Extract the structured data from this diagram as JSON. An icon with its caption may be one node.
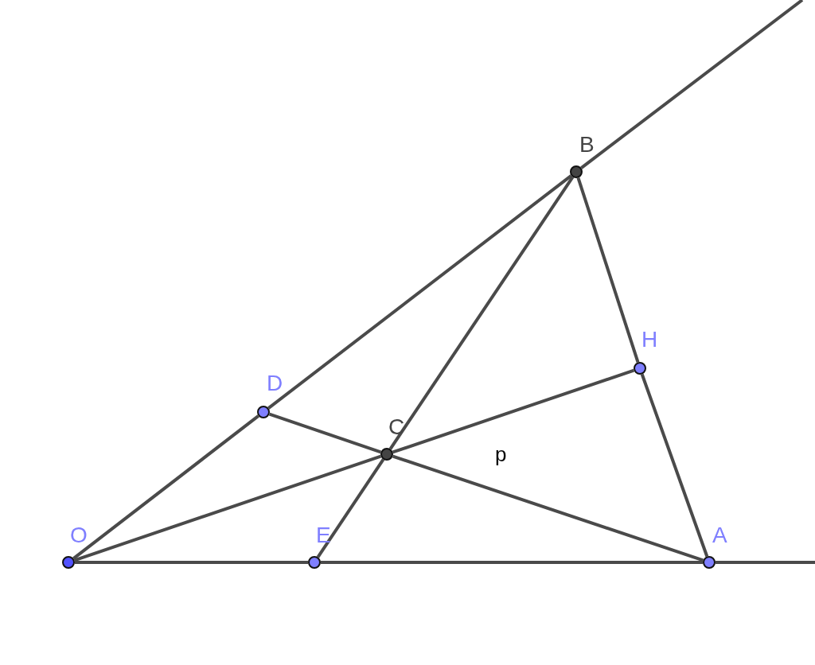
{
  "diagram": {
    "nodes": [
      {
        "text": [
          "B"
        ]
      },
      {
        "text": [
          "H"
        ]
      },
      {
        "text": [
          "D"
        ]
      },
      {
        "text": [
          "C"
        ]
      },
      {
        "text": [
          "O"
        ]
      },
      {
        "text": [
          "E"
        ]
      },
      {
        "text": [
          "A"
        ]
      }
    ],
    "edges": [
      {
        "from": 4,
        "to": 2,
        "arrow": "none"
      },
      {
        "from": 2,
        "to": 0,
        "arrow": "none"
      },
      {
        "from": 0,
        "to": null,
        "arrow": "none"
      },
      {
        "from": 4,
        "to": 5,
        "arrow": "none"
      },
      {
        "from": 5,
        "to": 6,
        "arrow": "none"
      },
      {
        "from": 6,
        "to": null,
        "arrow": "none"
      },
      {
        "from": 2,
        "to": 3,
        "arrow": "none"
      },
      {
        "from": 3,
        "to": 6,
        "arrow": "none"
      },
      {
        "from": 4,
        "to": 3,
        "arrow": "none"
      },
      {
        "from": 3,
        "to": 1,
        "arrow": "none"
      },
      {
        "from": 0,
        "to": 3,
        "arrow": "none"
      },
      {
        "from": 3,
        "to": 5,
        "arrow": "none"
      },
      {
        "from": 0,
        "to": 1,
        "arrow": "none"
      },
      {
        "from": 1,
        "to": 6,
        "arrow": "none"
      }
    ],
    "labels": [
      "p"
    ]
  }
}
